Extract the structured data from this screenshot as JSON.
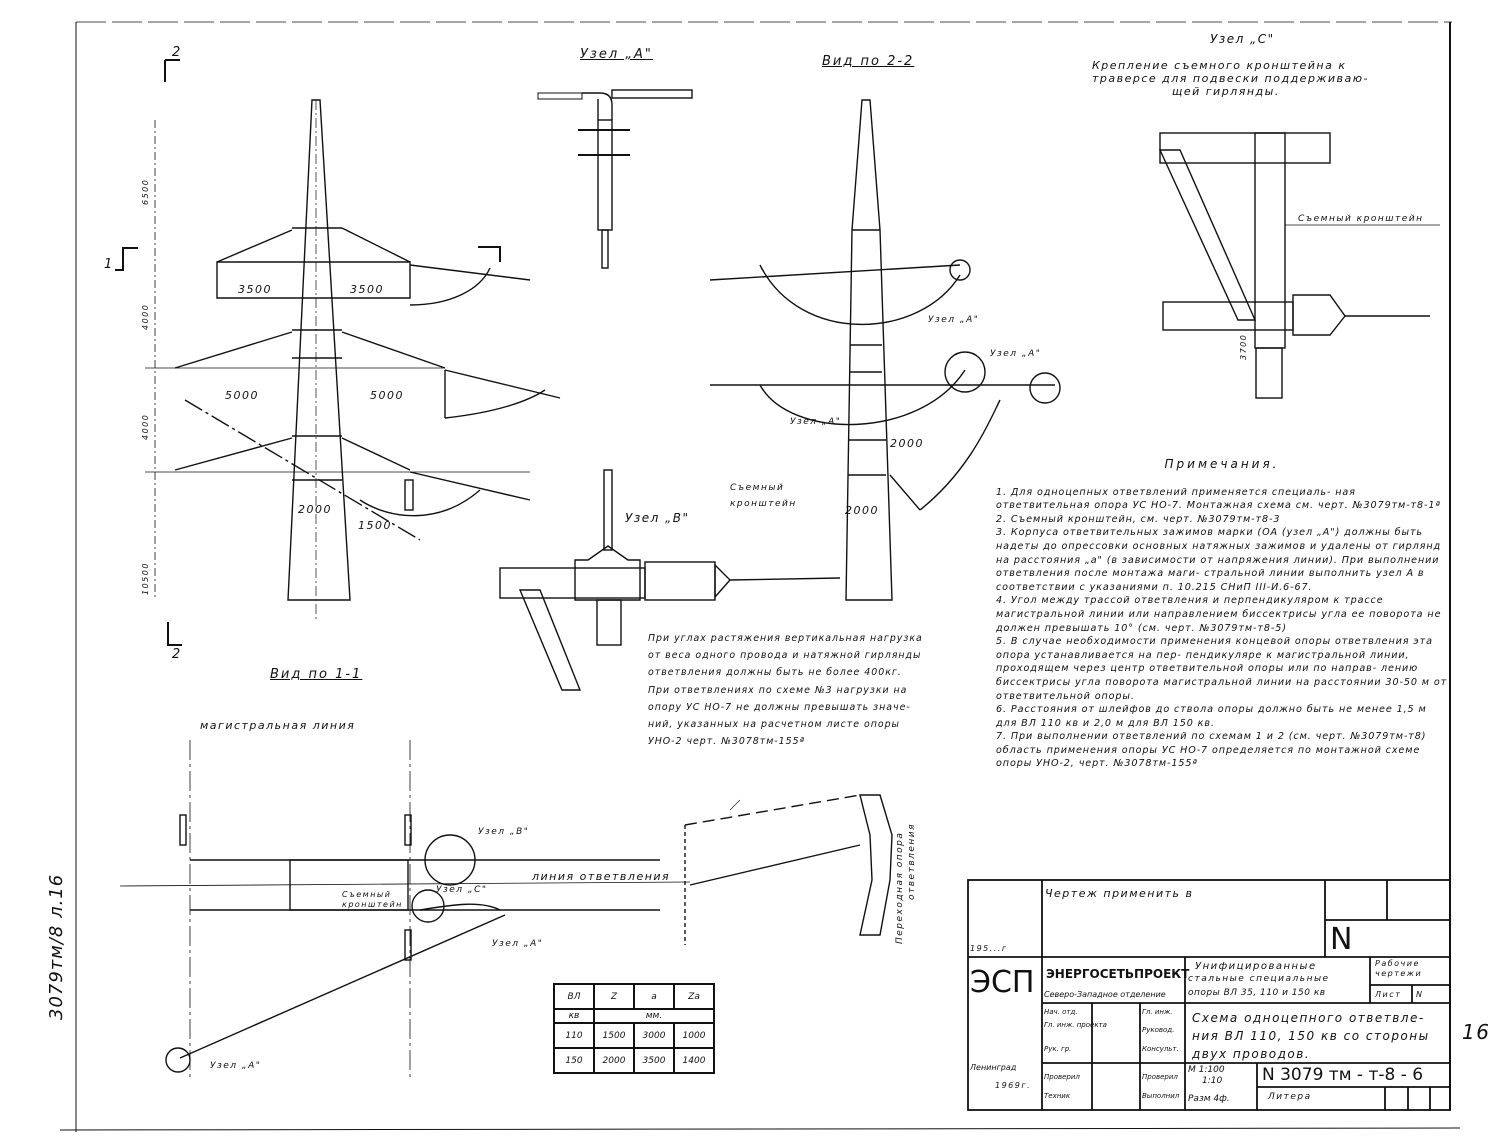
{
  "margin": {
    "archive_code": "3079тм/8 л.16",
    "sheet_no": "16"
  },
  "views": {
    "section_2": "2",
    "section_1": "1",
    "node_a_title": "Узел „А\"",
    "view_2_2": "Вид по 2-2",
    "view_1_1": "Вид по 1-1",
    "node_b_title": "Узел „В\"",
    "node_c_title": "Узел „С\"",
    "node_c_caption": [
      "Крепление съемного кронштейна к",
      "траверсе для подвески поддерживаю-",
      "щей гирлянды."
    ],
    "removable_bracket": "Съемный кронштейн",
    "removable_bracket_2": [
      "Съемный",
      "кронштейн"
    ],
    "node_a_ref": "Узел „А\"",
    "node_b_ref": "Узел „В\"",
    "node_c_ref": "Узел „С\"",
    "main_line": "магистральная линия",
    "branch_line": "линия ответвления",
    "transition_support": [
      "Переходная опора",
      "ответвления"
    ],
    "dims": {
      "d3500a": "3500",
      "d3500b": "3500",
      "d5000a": "5000",
      "d5000b": "5000",
      "d2000a": "2000",
      "d1500": "1500",
      "d2000b": "2000",
      "d2000c": "2000",
      "d3700": "3700",
      "v6500": "6500",
      "v4000a": "4000",
      "v4000b": "4000",
      "v10500": "10500"
    }
  },
  "mid_note": [
    "При углах растяжения вертикальная нагрузка",
    "от веса одного провода и натяжной гирлянды",
    "ответвления должны быть не более 400кг.",
    "При ответвлениях по схеме №3 нагрузки на",
    "опору УС НО-7 не должны превышать значе-",
    "ний, указанных на расчетном листе опоры",
    "УНО-2 черт. №3078тм-155ª"
  ],
  "params_table": {
    "headers": [
      "ВЛ",
      "Z",
      "a",
      "Za"
    ],
    "units": [
      "кв",
      "мм."
    ],
    "rows": [
      [
        "110",
        "1500",
        "3000",
        "1000"
      ],
      [
        "150",
        "2000",
        "3500",
        "1400"
      ]
    ]
  },
  "notes": {
    "title": "Примечания.",
    "items": [
      "1. Для одноцепных ответвлений применяется специаль- ная ответвительная опора УС НО-7. Монтажная схема см. черт. №3079тм-т8-1ª",
      "2. Съемный кронштейн, см. черт. №3079тм-т8-3",
      "3. Корпуса ответвительных зажимов марки (ОА (узел „А\") должны быть надеты до опрессовки основных натяжных зажимов и удалены от гирлянд на расстояния „а\" (в зависимости от напряжения линии). При выполнении ответвления после монтажа маги- стральной линии выполнить узел А в соответствии с указаниями п. 10.215 СНиП III-И.6-67.",
      "4. Угол между трассой ответвления и перпендикуляром к трассе магистральной линии или направлением биссектрисы угла ее поворота не должен превышать 10° (см. черт. №3079тм-т8-5)",
      "5. В случае необходимости применения концевой опоры ответвления эта опора устанавливается на пер- пендикуляре к магистральной линии, проходящем через центр ответвительной опоры или по направ- лению биссектрисы угла поворота магистральной линии на расстоянии 30-50 м от ответвительной опоры.",
      "6. Расстояния от шлейфов до ствола опоры должно быть не менее 1,5 м для ВЛ 110 кв и 2,0 м для ВЛ 150 кв.",
      "7. При выполнении ответвлений по схемам 1 и 2 (см. черт. №3079тм-т8) область применения опоры УС НО-7 определяется по монтажной схеме опоры УНО-2, черт. №3078тм-155ª"
    ]
  },
  "title_block": {
    "applied_in": "Чертеж применить в",
    "year_blank": "195...г",
    "n_mark": "N",
    "logo": "ЭСП",
    "org": "ЭНЕРГОСЕТЬПРОЕКТ",
    "dept": "Северо-Западное отделение",
    "series": [
      "Унифицированные",
      "стальные специальные",
      "опоры ВЛ 35, 110 и 150 кв"
    ],
    "stage": [
      "Рабочие",
      "чертежи"
    ],
    "sheet_label": "Лист",
    "sheet_no": "N",
    "roles": [
      "Нач. отд.",
      "Гл. инж. проекта",
      "Рук. гр.",
      "Проверил",
      "Техник"
    ],
    "roles2": [
      "Гл. инж.",
      "Руковод.",
      "Консульт.",
      "Проверил",
      "Выполнил"
    ],
    "title": [
      "Схема одноцепного ответвле-",
      "ния ВЛ 110, 150 кв со стороны",
      "двух проводов."
    ],
    "scale": [
      "М 1:100",
      "1:10"
    ],
    "size": "Разм 4ф.",
    "drawing_no": "N 3079 тм - т-8 - 6",
    "litera": "Литера",
    "city": "Ленинград",
    "year": "1969г."
  }
}
